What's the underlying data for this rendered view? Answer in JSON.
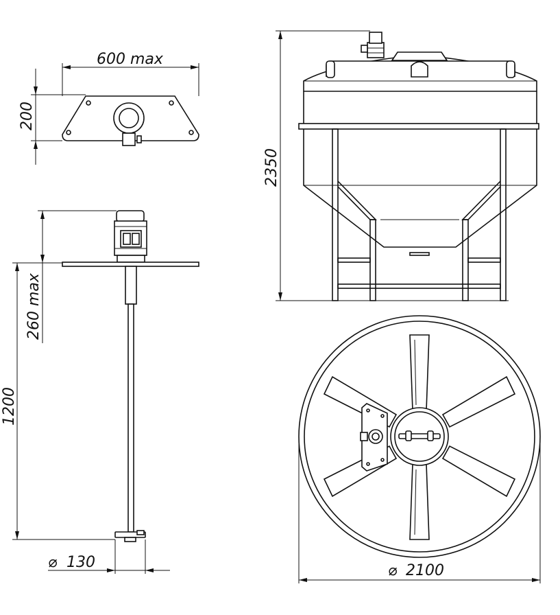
{
  "dimensions": {
    "top_width": "600 max",
    "top_height": "200",
    "motor_height": "260 max",
    "shaft_length": "1200",
    "impeller_diameter": "130",
    "tank_height": "2350",
    "tank_diameter": "2100"
  },
  "symbols": {
    "diameter": "⌀"
  }
}
